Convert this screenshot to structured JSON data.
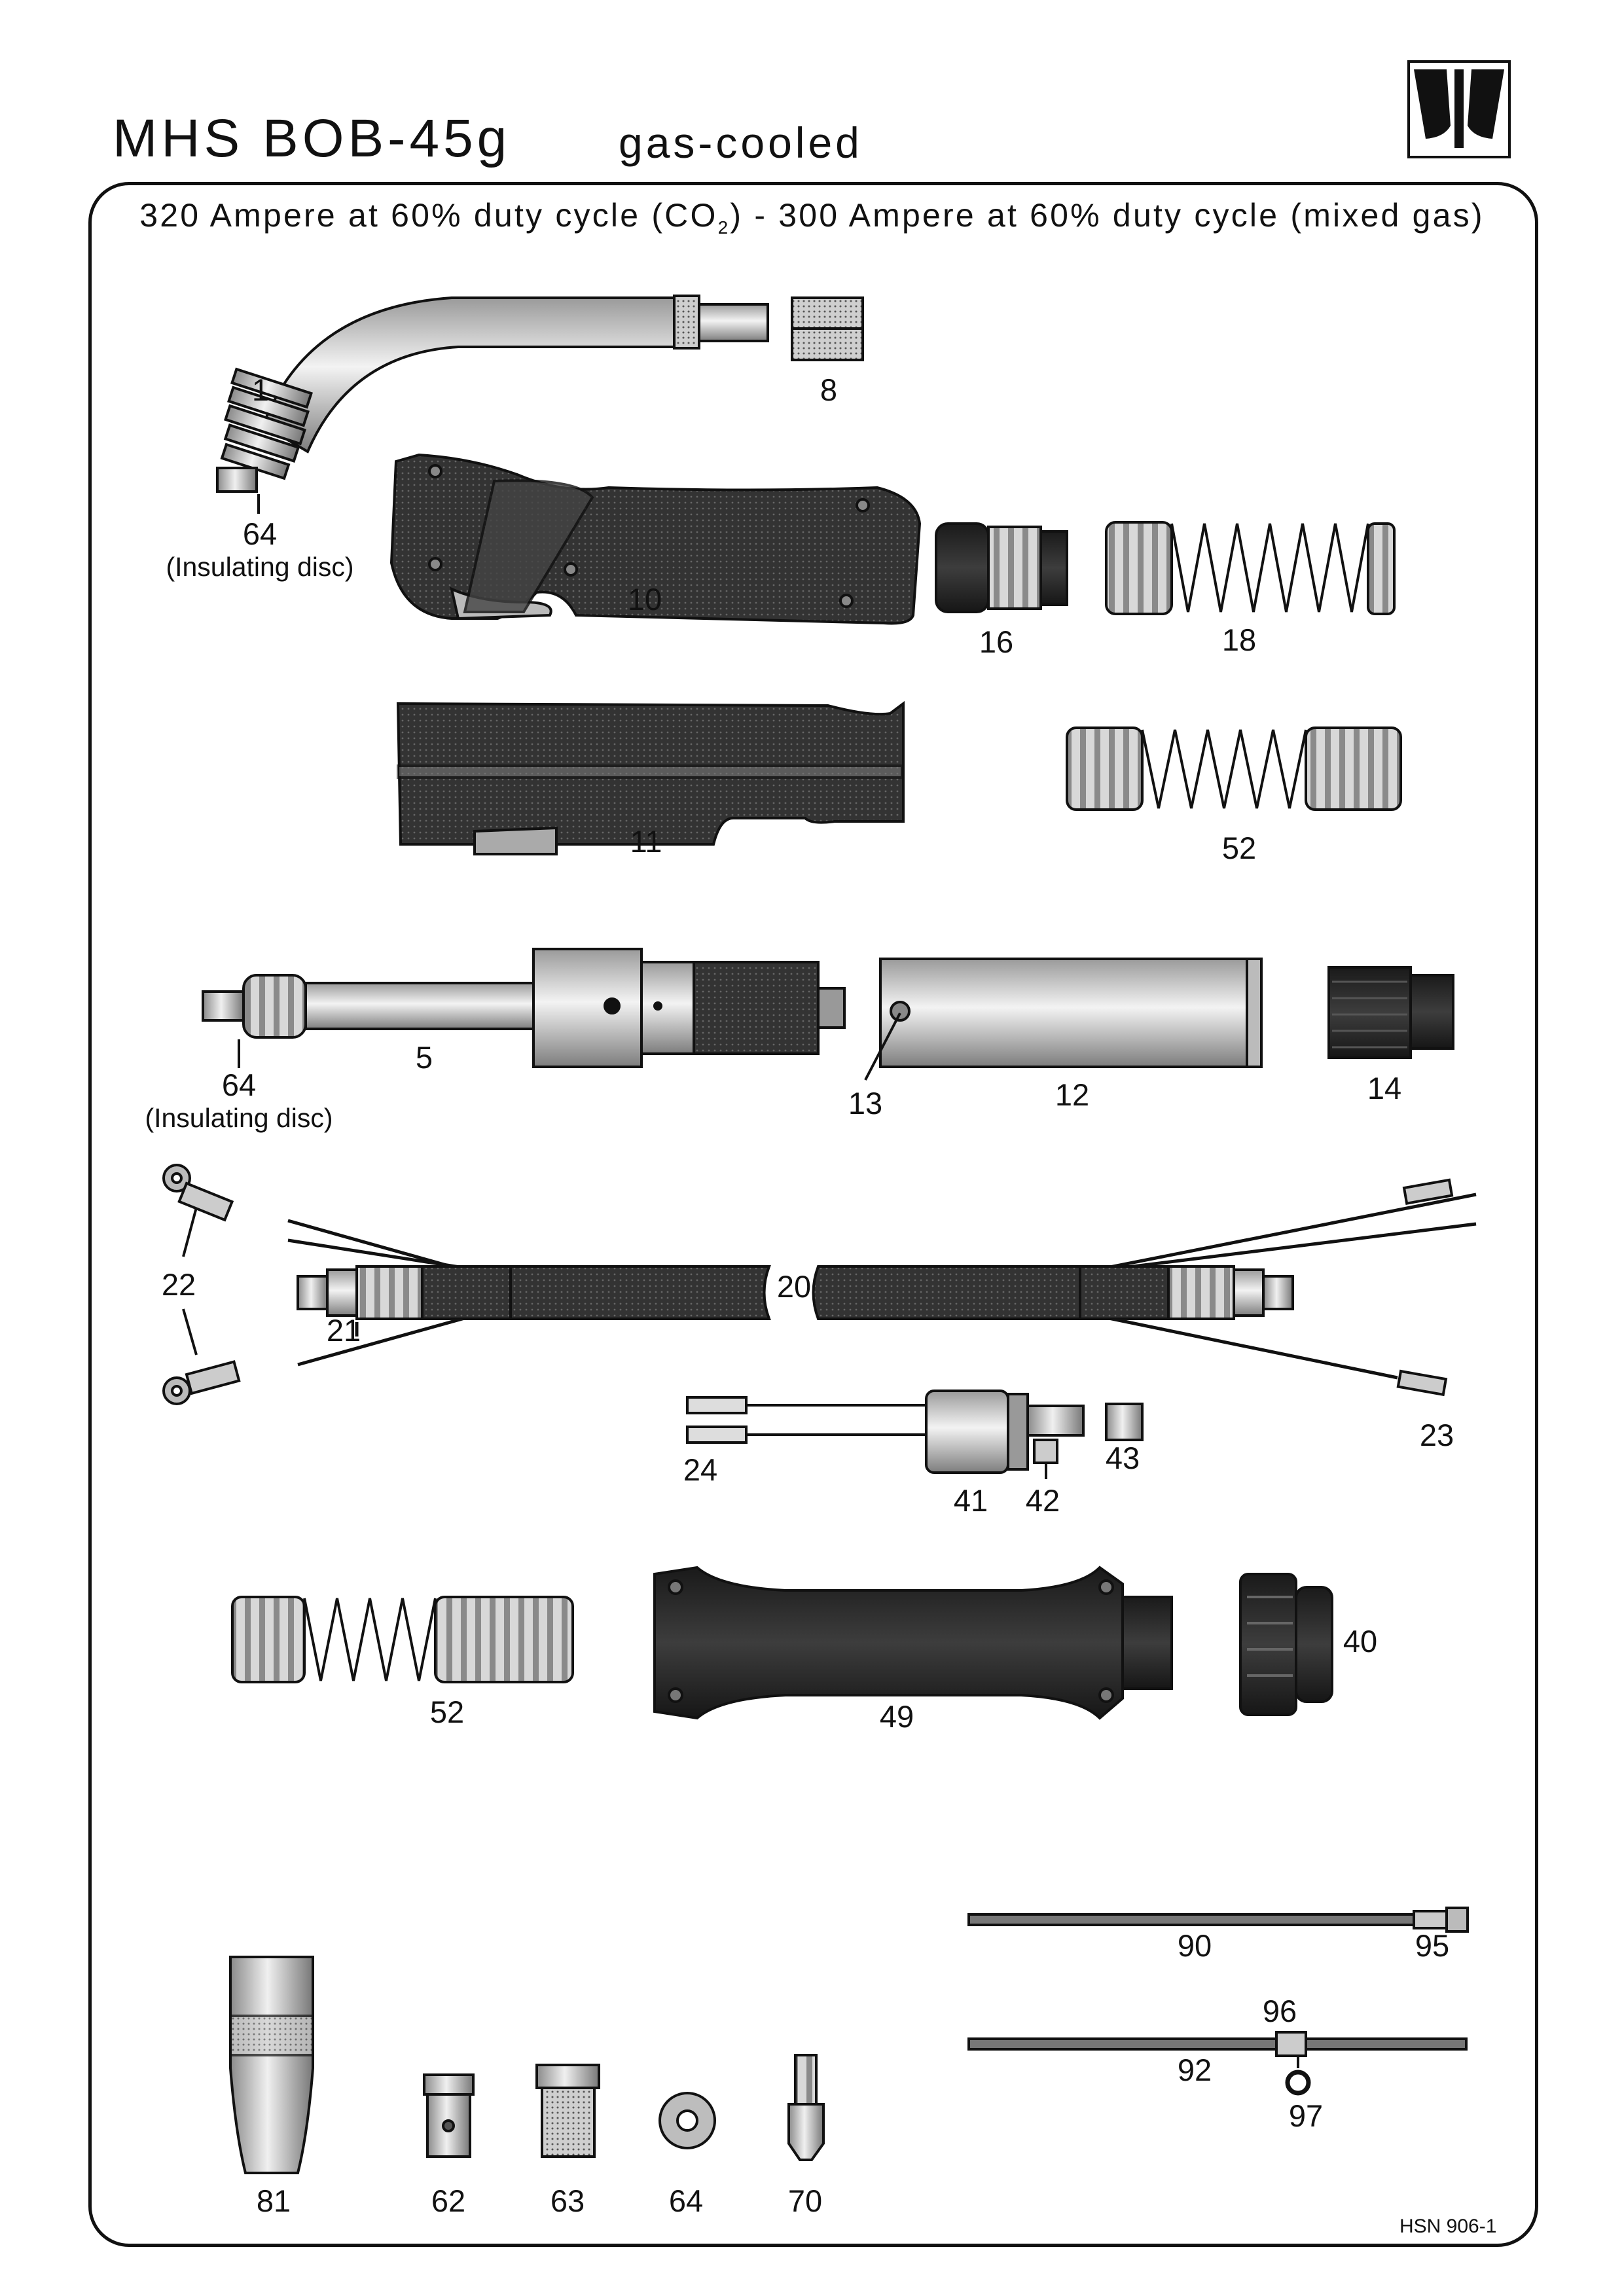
{
  "header": {
    "title": "MHS BOB-45g",
    "subtitle": "gas-cooled",
    "spec_prefix": "320 Ampere at 60% duty cycle (CO",
    "spec_sub": "2",
    "spec_suffix": ") - 300 Ampere at 60% duty cycle (mixed gas)"
  },
  "parts": [
    {
      "id": "p1",
      "number": "1"
    },
    {
      "id": "p8",
      "number": "8"
    },
    {
      "id": "p64a",
      "number": "64",
      "note": "(Insulating disc)"
    },
    {
      "id": "p10",
      "number": "10"
    },
    {
      "id": "p16",
      "number": "16"
    },
    {
      "id": "p18",
      "number": "18"
    },
    {
      "id": "p11",
      "number": "11"
    },
    {
      "id": "p52a",
      "number": "52"
    },
    {
      "id": "p5",
      "number": "5"
    },
    {
      "id": "p64b",
      "number": "64",
      "note": "(Insulating disc)"
    },
    {
      "id": "p13",
      "number": "13"
    },
    {
      "id": "p12",
      "number": "12"
    },
    {
      "id": "p14",
      "number": "14"
    },
    {
      "id": "p22",
      "number": "22"
    },
    {
      "id": "p21",
      "number": "21"
    },
    {
      "id": "p20",
      "number": "20"
    },
    {
      "id": "p23",
      "number": "23"
    },
    {
      "id": "p24",
      "number": "24"
    },
    {
      "id": "p41",
      "number": "41"
    },
    {
      "id": "p42",
      "number": "42"
    },
    {
      "id": "p43",
      "number": "43"
    },
    {
      "id": "p52b",
      "number": "52"
    },
    {
      "id": "p49",
      "number": "49"
    },
    {
      "id": "p40",
      "number": "40"
    },
    {
      "id": "p90",
      "number": "90"
    },
    {
      "id": "p95",
      "number": "95"
    },
    {
      "id": "p96",
      "number": "96"
    },
    {
      "id": "p92",
      "number": "92"
    },
    {
      "id": "p97",
      "number": "97"
    },
    {
      "id": "p81",
      "number": "81"
    },
    {
      "id": "p62",
      "number": "62"
    },
    {
      "id": "p63",
      "number": "63"
    },
    {
      "id": "p64c",
      "number": "64"
    },
    {
      "id": "p70",
      "number": "70"
    }
  ],
  "footer": {
    "doc_id": "HSN 906-1"
  },
  "colors": {
    "line": "#111111",
    "metal_light": "#e2e2e2",
    "metal_mid": "#a8a8a8",
    "dark": "#2a2a2a"
  }
}
